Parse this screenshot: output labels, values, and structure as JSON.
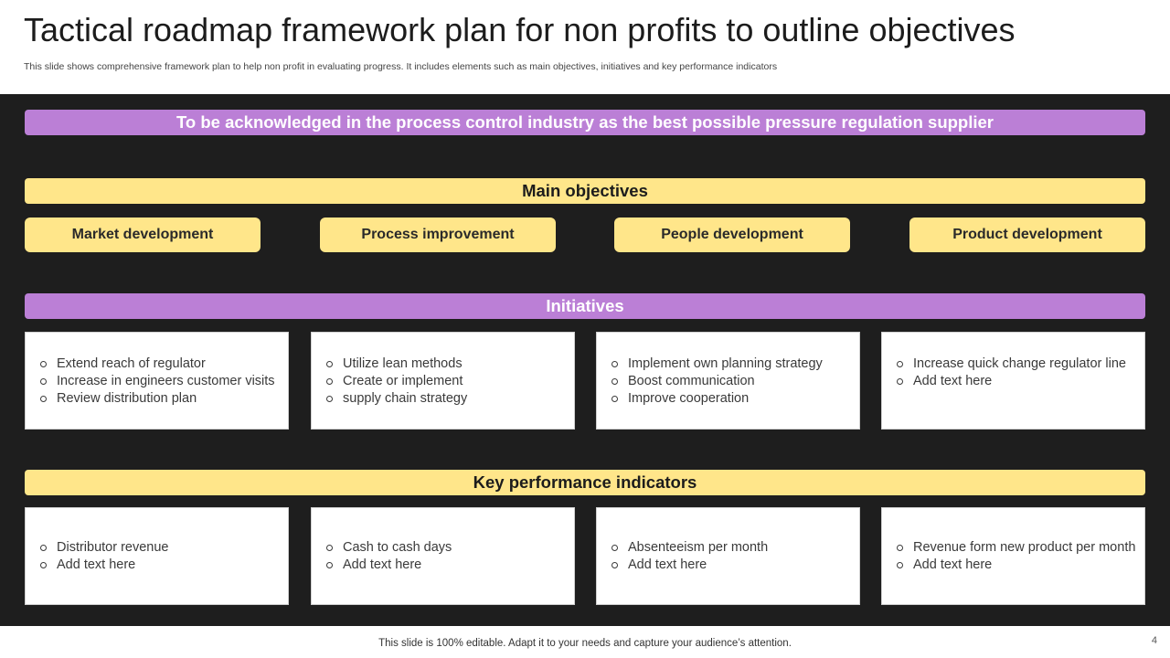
{
  "header": {
    "title": "Tactical roadmap framework plan for non profits to outline objectives",
    "subtitle": "This slide shows comprehensive framework plan to help non profit in evaluating progress. It includes elements such as main objectives, initiatives and key performance indicators"
  },
  "vision": "To be acknowledged in the process control industry as the best possible pressure regulation supplier",
  "main_objectives": {
    "heading": "Main objectives",
    "items": [
      "Market development",
      "Process improvement",
      "People development",
      "Product development"
    ]
  },
  "initiatives": {
    "heading": "Initiatives",
    "columns": [
      [
        "Extend reach of regulator",
        "Increase in engineers customer visits",
        "Review distribution plan"
      ],
      [
        "Utilize lean methods",
        "Create or implement",
        "supply chain strategy"
      ],
      [
        "Implement own planning strategy",
        "Boost communication",
        "Improve cooperation"
      ],
      [
        "Increase quick change regulator line",
        "Add text here"
      ]
    ]
  },
  "kpis": {
    "heading": "Key performance indicators",
    "columns": [
      [
        "Distributor revenue",
        "Add text here"
      ],
      [
        "Cash to cash days",
        "Add text here"
      ],
      [
        "Absenteeism per month",
        "Add text here"
      ],
      [
        "Revenue form new product per month",
        "Add text here"
      ]
    ]
  },
  "footer": {
    "note": "This slide is 100% editable. Adapt it to your needs and capture your audience’s attention.",
    "page_number": "4"
  },
  "colors": {
    "purple": "#bb7fd6",
    "yellow": "#ffe68a",
    "panel": "#1e1e1e"
  }
}
